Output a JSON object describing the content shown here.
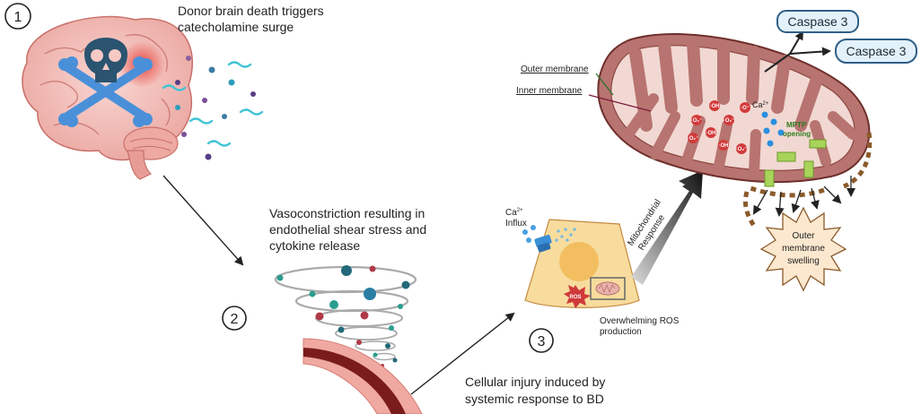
{
  "step1": {
    "number": "1",
    "caption_line1": "Donor brain death triggers",
    "caption_line2": "catecholamine surge"
  },
  "step2": {
    "number": "2",
    "caption_line1": "Vasoconstriction resulting in",
    "caption_line2": "endothelial shear stress and",
    "caption_line3": "cytokine release"
  },
  "step3": {
    "number": "3",
    "caption_line1": "Cellular injury induced by",
    "caption_line2": "systemic response to BD",
    "ca_influx_ion": "Ca",
    "ca_influx_charge": "2+",
    "ca_influx_label": "Influx",
    "ros_badge": "ROS",
    "ros_line1": "Overwhelming ROS",
    "ros_line2": "production",
    "mito_response_line1": "Mitochondrial",
    "mito_response_line2": "Response"
  },
  "mitochondrion": {
    "outer_membrane_label": "Outer membrane",
    "inner_membrane_label": "Inner membrane",
    "ca_ion": "Ca",
    "ca_charge": "2+",
    "mptp_line1": "MPTP",
    "mptp_line2": "opening",
    "radicals": [
      "·O₂⁻",
      "·OH",
      "·O₂⁻",
      "·O⁻",
      "·O₂⁻",
      "·OH",
      "·O₂⁻",
      "·OH"
    ],
    "swelling_line1": "Outer",
    "swelling_line2": "membrane",
    "swelling_line3": "swelling"
  },
  "caspases": [
    "Caspase 3",
    "Caspase 3"
  ],
  "colors": {
    "mito_fill": "#b77470",
    "mito_outline": "#6e2f2b",
    "cristae": "#f2d8d2",
    "cell_fill": "#f7dc9e",
    "nucleus": "#f2be60",
    "arrow": "#222222",
    "caspase_border": "#2f5f86",
    "caspase_fill": "#e3f1fb",
    "mptp_text": "#2d7a1d",
    "channel": "#a9d45a"
  }
}
